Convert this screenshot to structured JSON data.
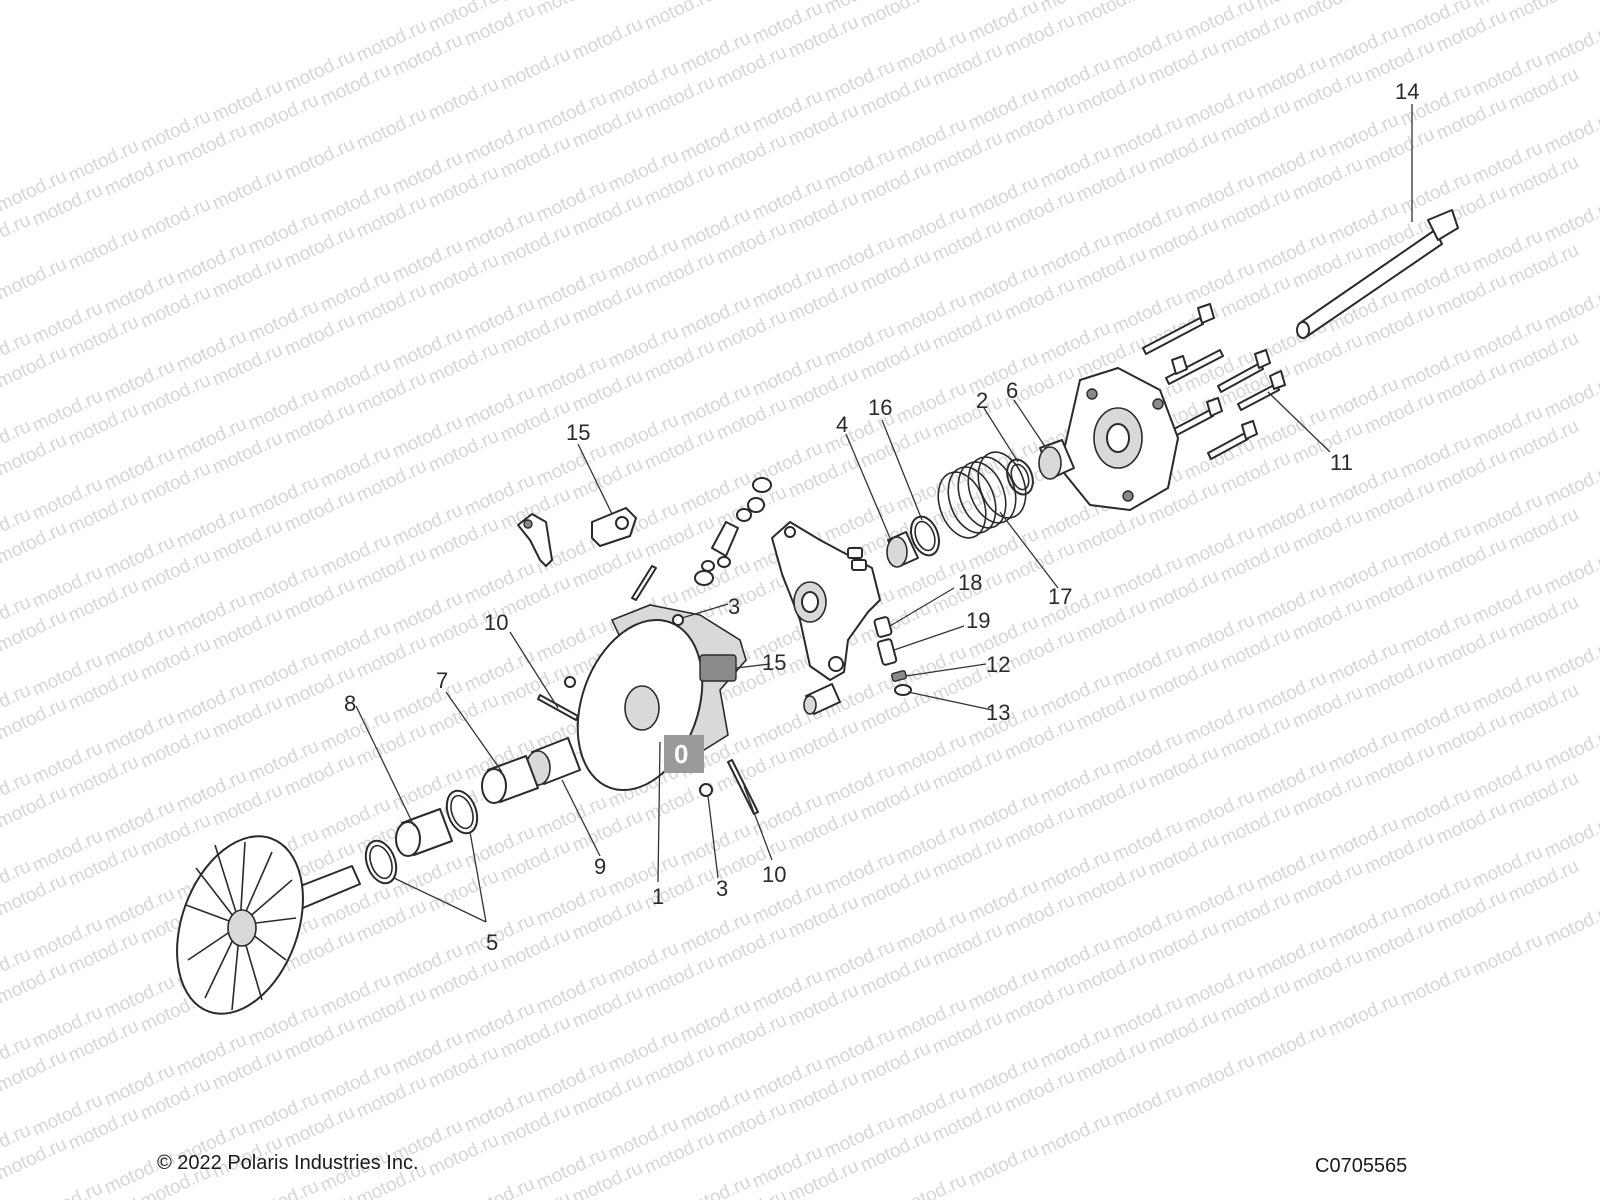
{
  "watermark": "motod.ru",
  "callouts": [
    {
      "id": "c14",
      "label": "14"
    },
    {
      "id": "c11",
      "label": "11"
    },
    {
      "id": "c6",
      "label": "6"
    },
    {
      "id": "c2",
      "label": "2"
    },
    {
      "id": "c16",
      "label": "16"
    },
    {
      "id": "c4",
      "label": "4"
    },
    {
      "id": "c17",
      "label": "17"
    },
    {
      "id": "c18",
      "label": "18"
    },
    {
      "id": "c19",
      "label": "19"
    },
    {
      "id": "c12",
      "label": "12"
    },
    {
      "id": "c13",
      "label": "13"
    },
    {
      "id": "c15a",
      "label": "15"
    },
    {
      "id": "c15b",
      "label": "15"
    },
    {
      "id": "c3a",
      "label": "3"
    },
    {
      "id": "c3b",
      "label": "3"
    },
    {
      "id": "c10a",
      "label": "10"
    },
    {
      "id": "c10b",
      "label": "10"
    },
    {
      "id": "c8",
      "label": "8"
    },
    {
      "id": "c7",
      "label": "7"
    },
    {
      "id": "c9",
      "label": "9"
    },
    {
      "id": "c1",
      "label": "1"
    },
    {
      "id": "c5",
      "label": "5"
    }
  ],
  "hub_badge": "0",
  "footer": {
    "copyright": "© 2022 Polaris Industries Inc.",
    "figure_id": "C0705565"
  }
}
